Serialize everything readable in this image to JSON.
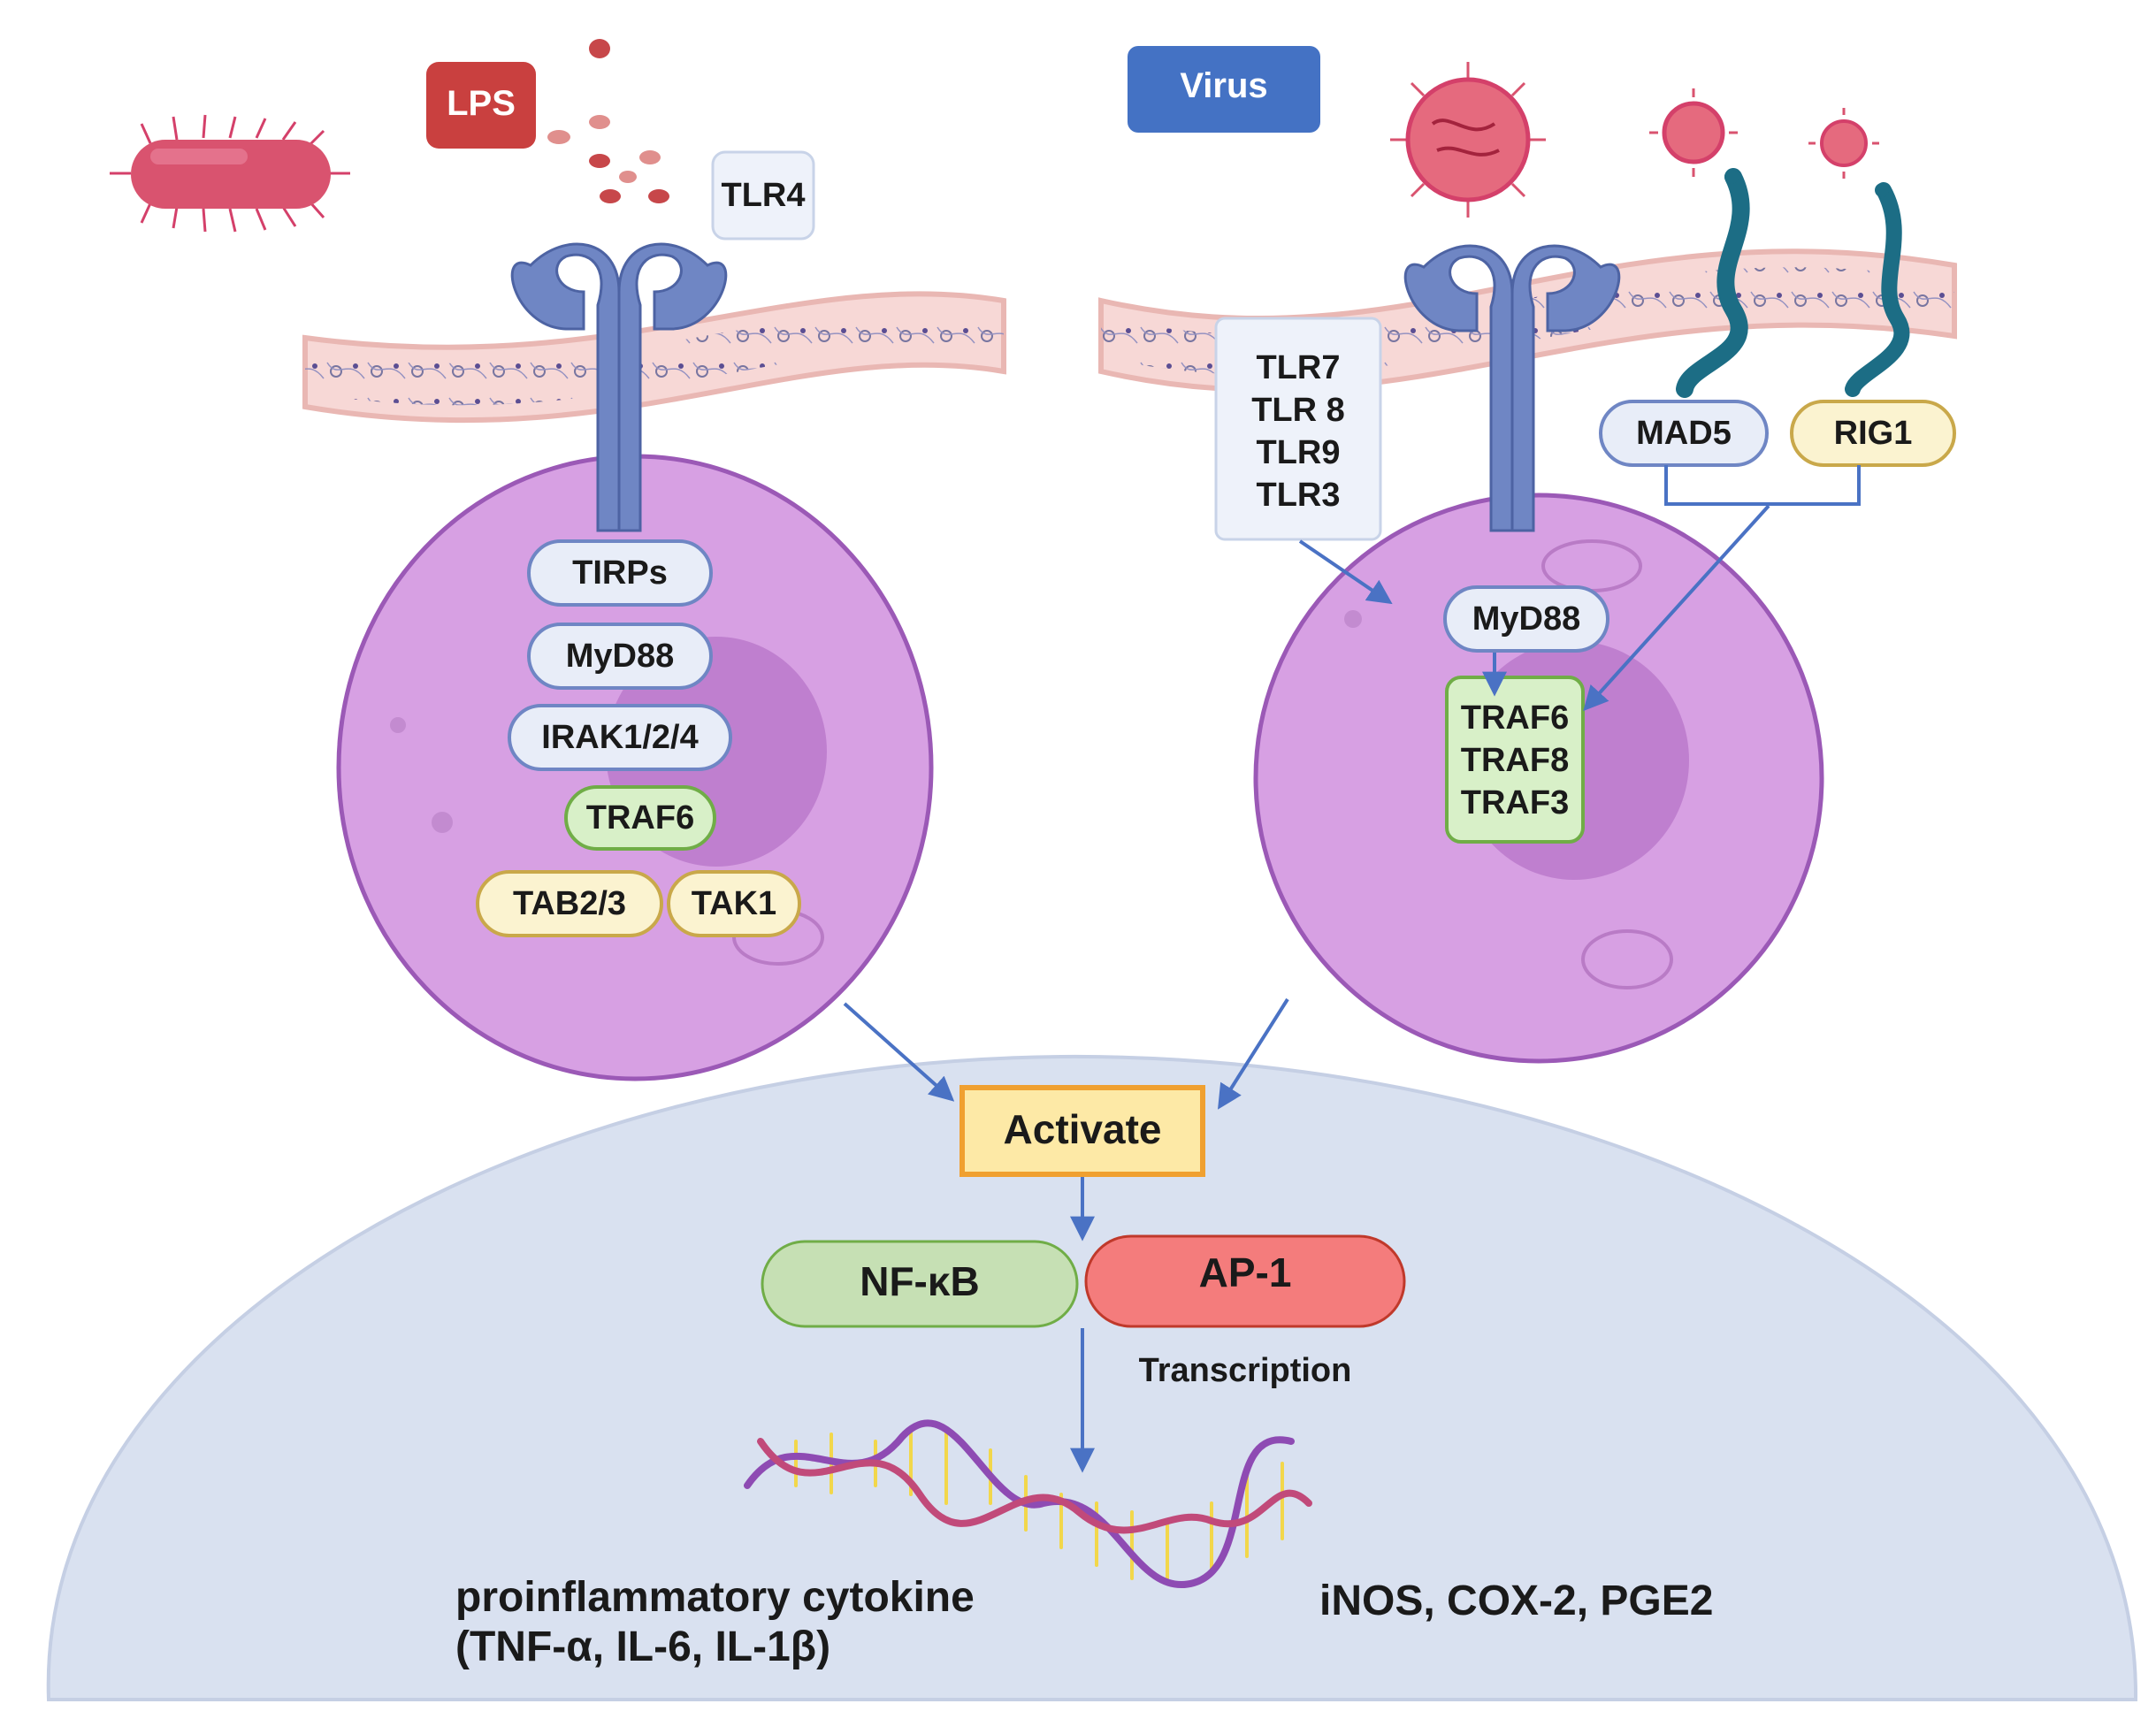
{
  "stimuli": {
    "lps": "LPS",
    "virus": "Virus",
    "tlr4": "TLR4"
  },
  "left_cell": {
    "cascade": [
      "TIRPs",
      "MyD88",
      "IRAK1/2/4",
      "TRAF6"
    ],
    "tab": "TAB2/3",
    "tak": "TAK1"
  },
  "right_cell": {
    "tlr_list": [
      "TLR7",
      "TLR 8",
      "TLR9",
      "TLR3"
    ],
    "mad5": "MAD5",
    "rig1": "RIG1",
    "myd88": "MyD88",
    "trafs": [
      "TRAF6",
      "TRAF8",
      "TRAF3"
    ]
  },
  "nucleus": {
    "activate": "Activate",
    "nfkb": "NF-κB",
    "ap1": "AP-1",
    "transcription": "Transcription",
    "cytokine_line1": "proinflammatory cytokine",
    "cytokine_line2": "(TNF-α, IL-6, IL-1β)",
    "enzymes": "iNOS, COX-2, PGE2"
  },
  "colors": {
    "cell": "#d7a0e3",
    "cell_stroke": "#9b59b6",
    "receptor": "#6f86c4",
    "nucleus_bg": "#d9e1f0",
    "lps_red": "#c9403f",
    "virus_blue": "#4472c4",
    "nfkb_green": "#c6e0b4",
    "ap1_red": "#f47c7c",
    "activate_fill": "#fde9a6",
    "activate_stroke": "#f0a030",
    "arrow": "#4a72c4"
  }
}
